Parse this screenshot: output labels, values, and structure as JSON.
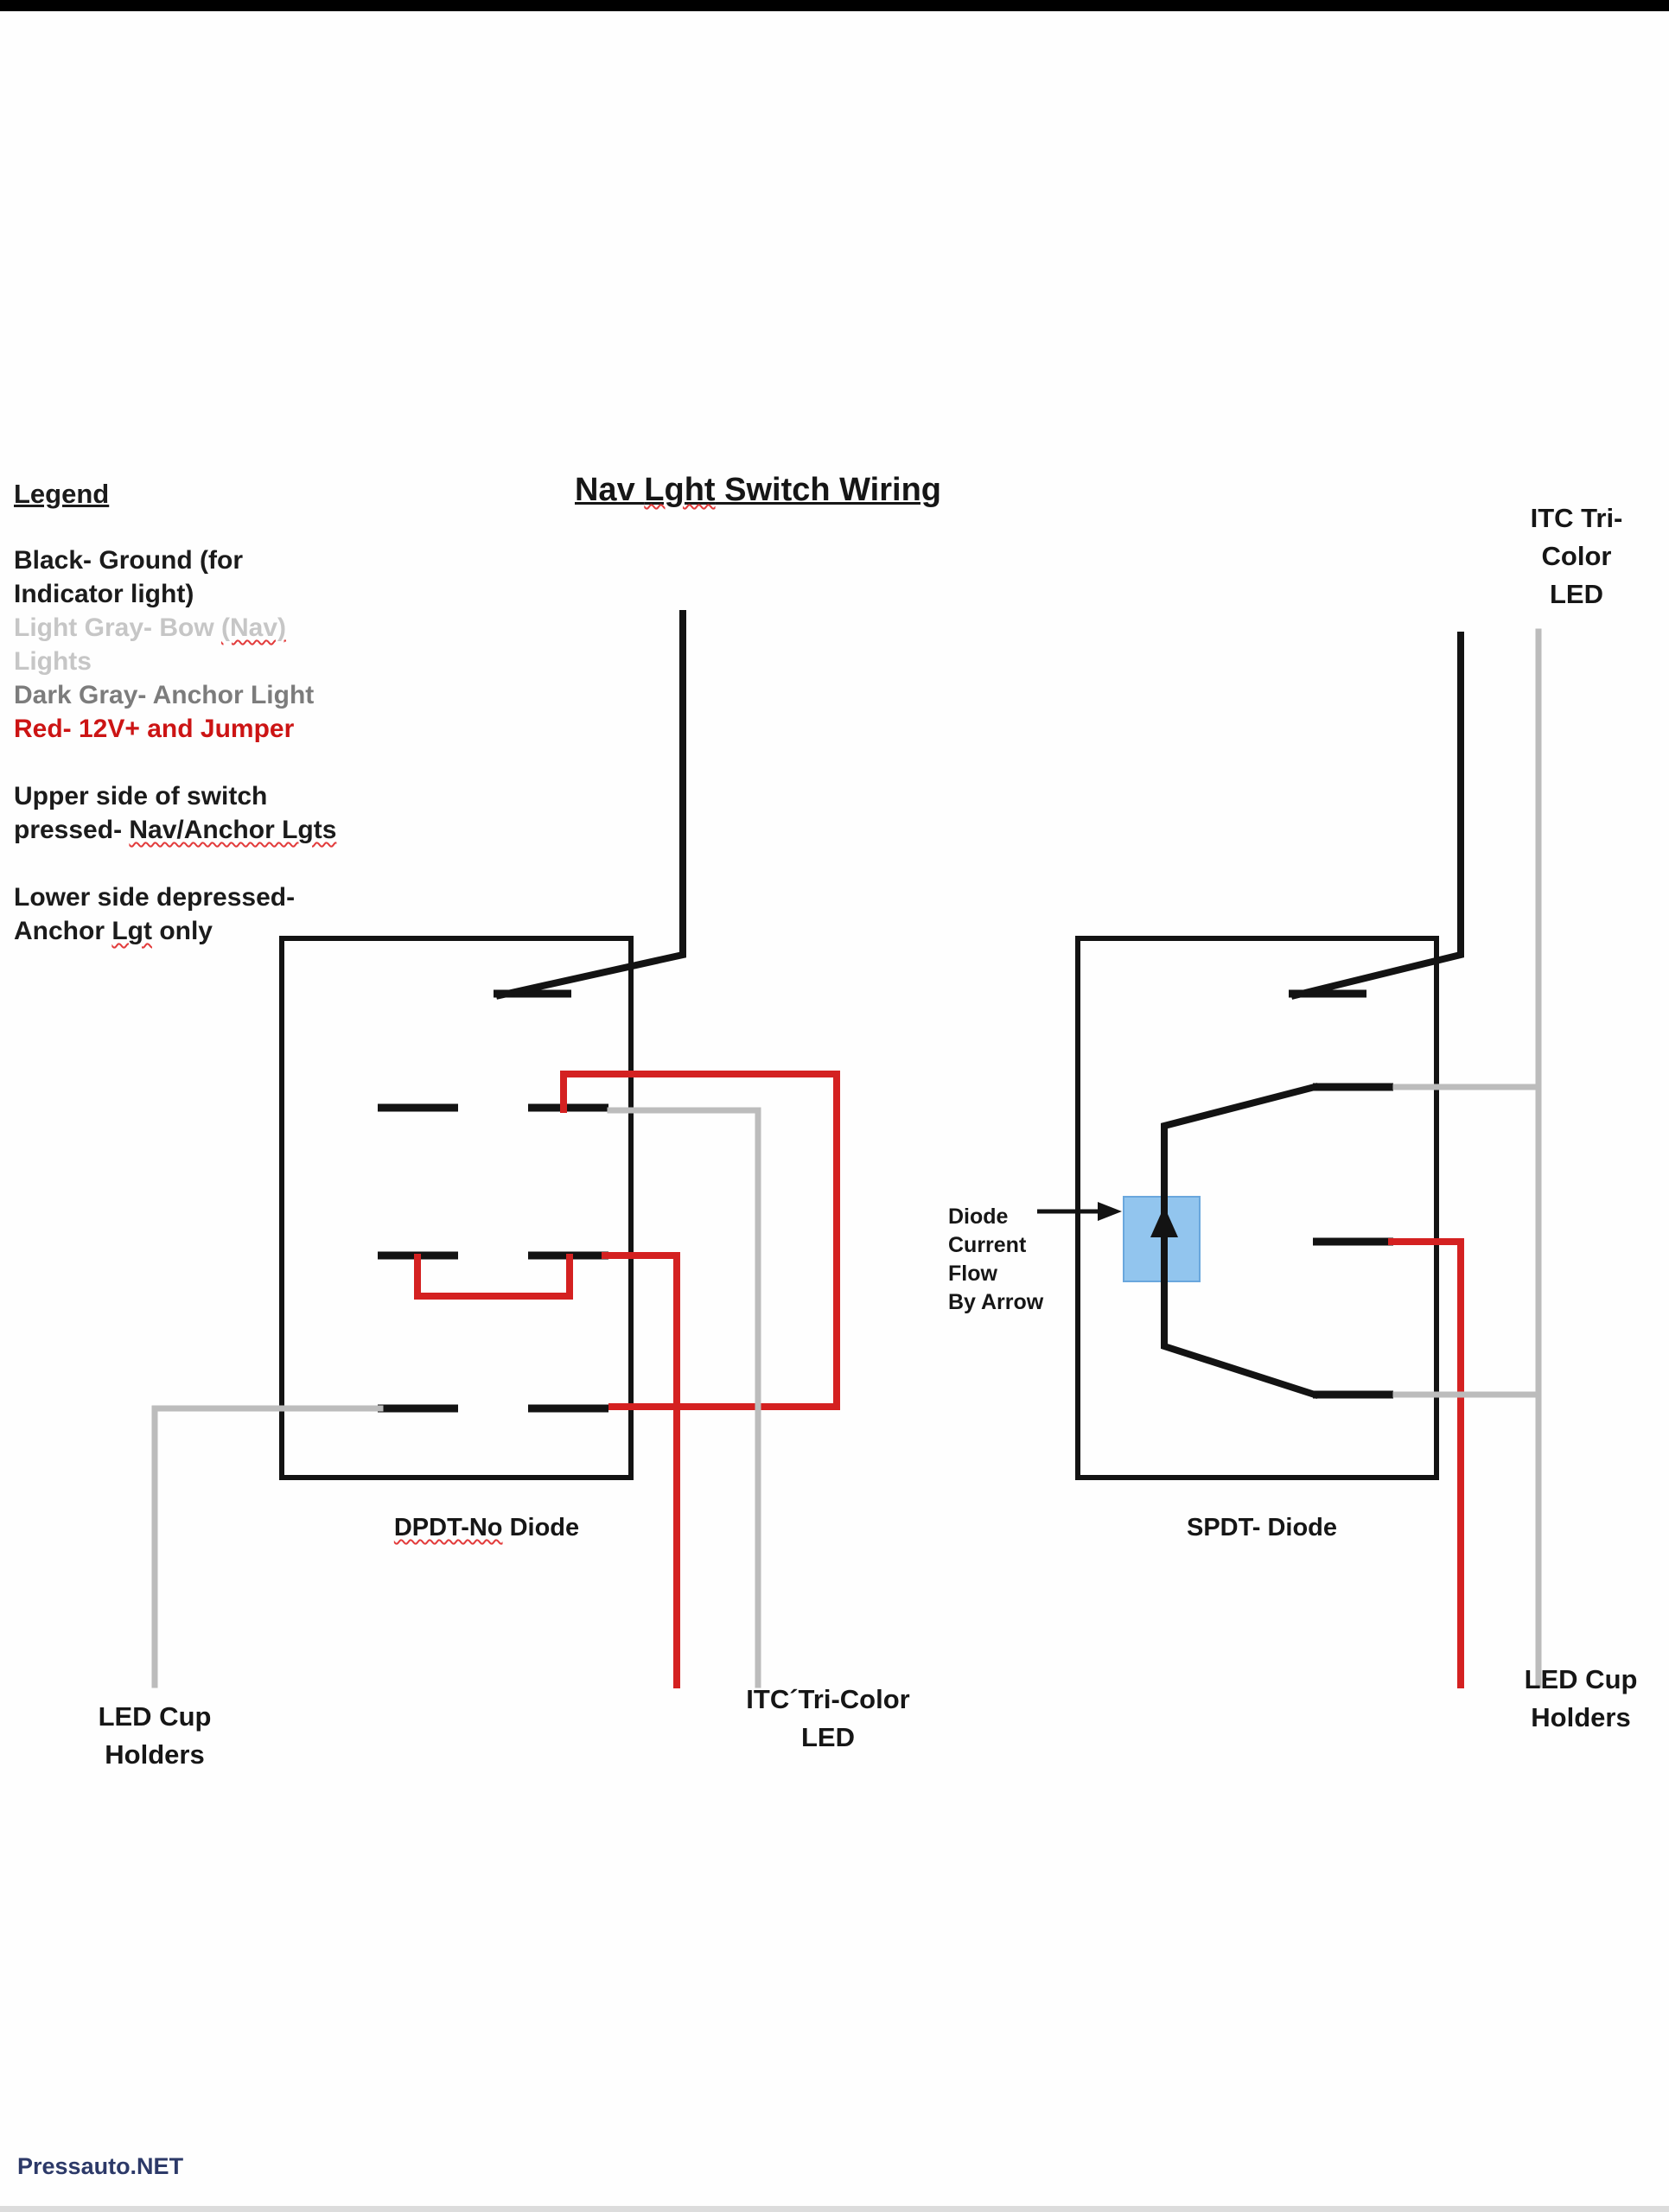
{
  "colors": {
    "wire_black": "#131313",
    "wire_red": "#d42121",
    "wire_light_gray": "#bcbcbc",
    "legend_light_gray": "#c6c6c6",
    "legend_dark_gray": "#7c7c7c",
    "legend_red": "#cc1414",
    "diode_blue": "#92c5ee",
    "spellcheck_squiggle": "#e23b3b",
    "watermark_navy": "#2c3968"
  },
  "title": {
    "pre": "Nav ",
    "misspelled": "Lght",
    "post": " Switch Wiring"
  },
  "legend": {
    "heading": "Legend",
    "line1": "Black- Ground (for",
    "line2": "Indicator light)",
    "line3a": "Light Gray-  Bow ",
    "line3b": "(Nav)",
    "line4": "Lights",
    "line5": "Dark Gray- Anchor Light",
    "line6": "Red- 12V+ and Jumper",
    "line7": "Upper side of switch",
    "line8a": "pressed- ",
    "line8b": "Nav/Anchor Lgts",
    "line9": "Lower side depressed-",
    "line10a": "Anchor ",
    "line10b": "Lgt",
    "line10c": " only"
  },
  "left_switch": {
    "label_a": "DPDT-No",
    "label_b": " Diode"
  },
  "right_switch": {
    "label": "SPDT- Diode"
  },
  "labels": {
    "itc_top_right": [
      "ITC Tri-",
      "Color",
      "LED"
    ],
    "itc_bottom": [
      "ITC´Tri-Color",
      "LED"
    ],
    "cup_left": [
      "LED Cup",
      "Holders"
    ],
    "cup_right": [
      "LED Cup",
      "Holders"
    ],
    "diode_note": [
      "Diode",
      "Current",
      "Flow",
      "By Arrow"
    ]
  },
  "watermark": "Pressauto.NET"
}
